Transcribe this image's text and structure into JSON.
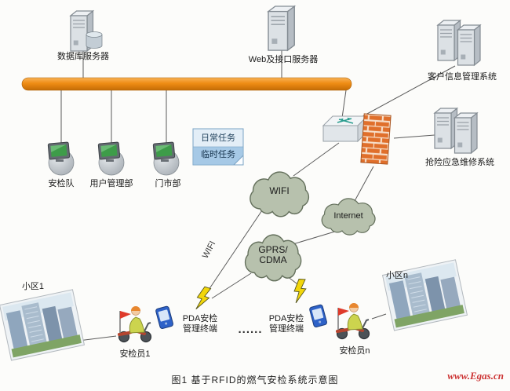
{
  "colors": {
    "bus": "#ef8c14",
    "firewall_brick": "#e06f2b",
    "cloud_fill": "#b7c1ad",
    "screen_green": "#3e9c49",
    "watermark": "#cc3333"
  },
  "servers": {
    "db": "数据库服务器",
    "web": "Web及接口服务器",
    "crm": "客户信息管理系统",
    "emergency": "抢险应急维修系统"
  },
  "departments": {
    "team": "安检队",
    "user": "用户管理部",
    "retail": "门市部"
  },
  "tasks": {
    "daily": "日常任务",
    "temp": "临时任务"
  },
  "networks": {
    "wifi": "WIFI",
    "internet": "Internet",
    "gprs_line1": "GPRS/",
    "gprs_line2": "CDMA",
    "wifi_link": "WIFI"
  },
  "field": {
    "pda_line1": "PDA安检",
    "pda_line2": "管理终端",
    "inspector1": "安检员1",
    "inspectorN": "安检员n",
    "community1": "小区1",
    "communityN": "小区n",
    "dots": "......"
  },
  "caption": "图1 基于RFID的燃气安检系统示意图",
  "watermark": "www.Egas.cn"
}
